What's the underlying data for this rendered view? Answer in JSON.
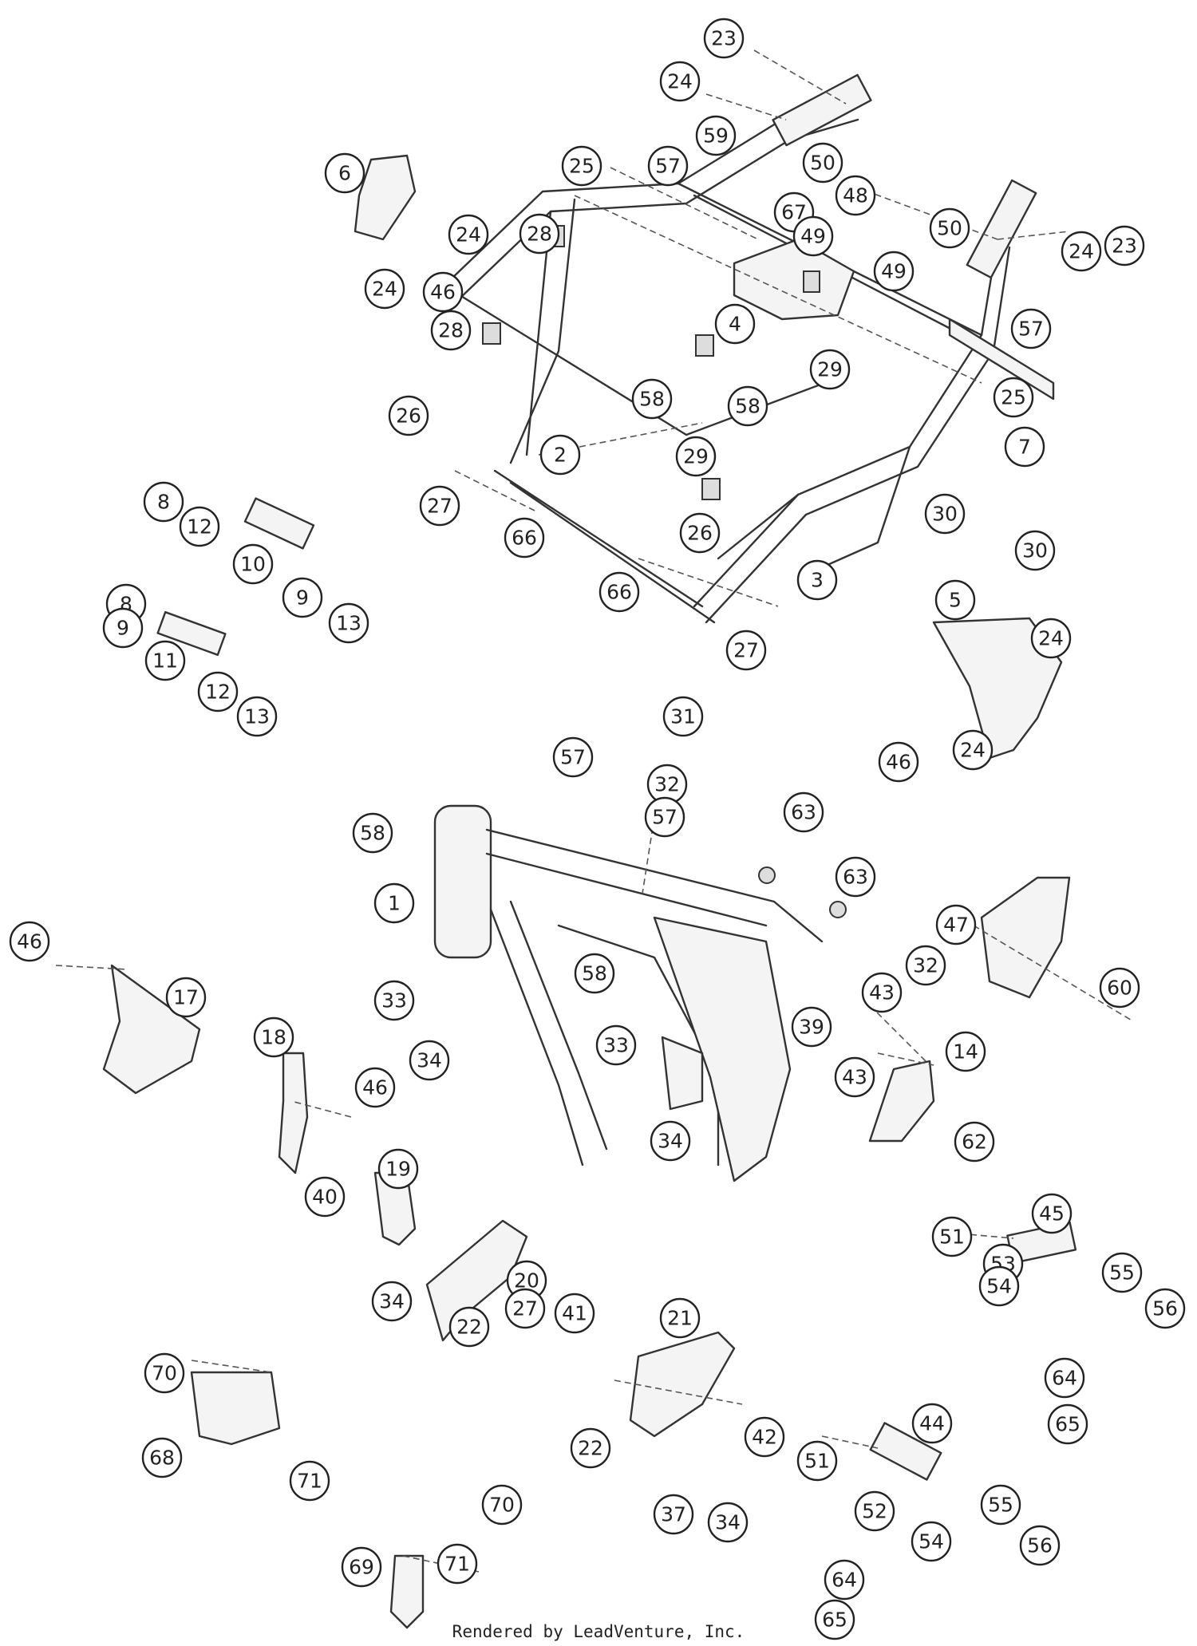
{
  "footer_text": "Rendered by LeadVenture, Inc.",
  "callouts": [
    "23",
    "24",
    "59",
    "57",
    "25",
    "50",
    "48",
    "67",
    "49",
    "50",
    "23",
    "24",
    "49",
    "57",
    "4",
    "25",
    "6",
    "24",
    "24",
    "46",
    "28",
    "28",
    "26",
    "58",
    "2",
    "29",
    "58",
    "7",
    "29",
    "27",
    "26",
    "66",
    "30",
    "30",
    "3",
    "66",
    "27",
    "8",
    "12",
    "10",
    "8",
    "9",
    "9",
    "13",
    "11",
    "12",
    "13",
    "5",
    "24",
    "46",
    "24",
    "31",
    "57",
    "32",
    "57",
    "58",
    "63",
    "63",
    "1",
    "46",
    "17",
    "58",
    "32",
    "47",
    "60",
    "33",
    "34",
    "33",
    "39",
    "43",
    "43",
    "14",
    "18",
    "46",
    "34",
    "62",
    "19",
    "40",
    "20",
    "45",
    "27",
    "34",
    "51",
    "53",
    "55",
    "22",
    "54",
    "56",
    "21",
    "41",
    "64",
    "70",
    "22",
    "42",
    "65",
    "44",
    "68",
    "71",
    "51",
    "37",
    "34",
    "55",
    "52",
    "54",
    "56",
    "70",
    "69",
    "71",
    "64",
    "65"
  ]
}
